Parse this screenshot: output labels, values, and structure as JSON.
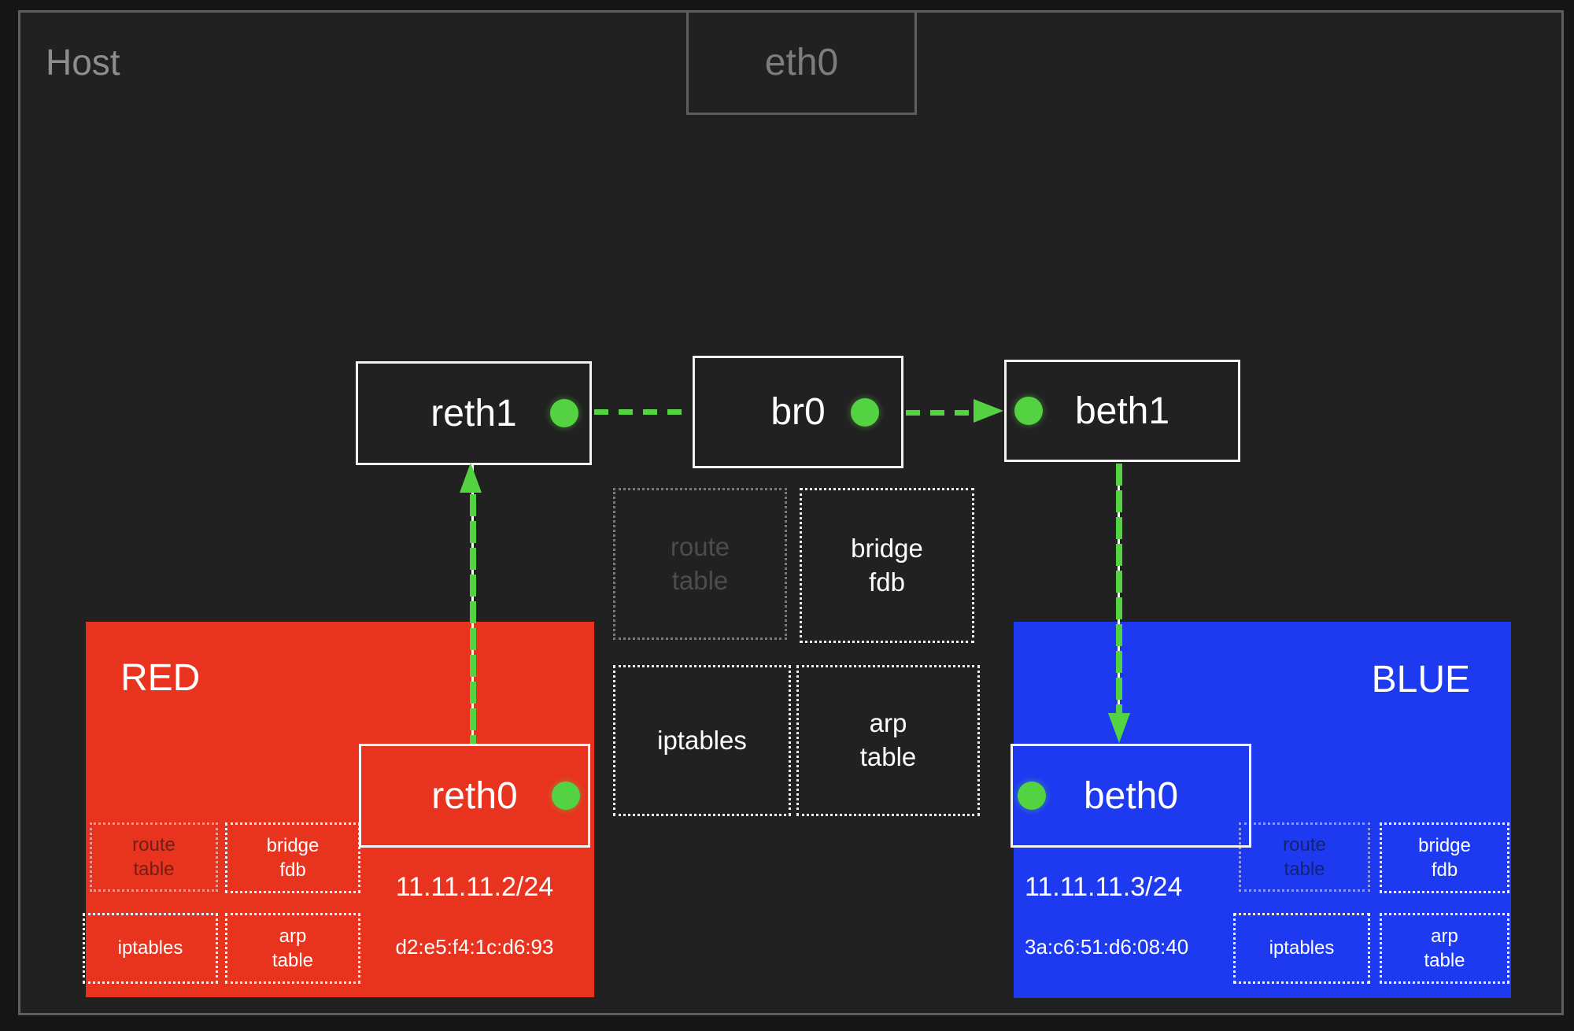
{
  "host": {
    "label": "Host",
    "eth0": "eth0"
  },
  "bridge_row": {
    "reth1": "reth1",
    "br0": "br0",
    "beth1": "beth1"
  },
  "host_tables": {
    "route": "route\ntable",
    "bridge_fdb": "bridge\nfdb",
    "iptables": "iptables",
    "arp": "arp\ntable"
  },
  "red_namespace": {
    "name": "RED",
    "interface": "reth0",
    "ip": "11.11.11.2/24",
    "mac": "d2:e5:f4:1c:d6:93",
    "tables": {
      "route": "route\ntable",
      "bridge_fdb": "bridge\nfdb",
      "iptables": "iptables",
      "arp": "arp\ntable"
    }
  },
  "blue_namespace": {
    "name": "BLUE",
    "interface": "beth0",
    "ip": "11.11.11.3/24",
    "mac": "3a:c6:51:d6:08:40",
    "tables": {
      "route": "route\ntable",
      "bridge_fdb": "bridge\nfdb",
      "iptables": "iptables",
      "arp": "arp\ntable"
    }
  },
  "colors": {
    "red_bg": "#e8331e",
    "blue_bg": "#1d3af0",
    "green_accent": "#53d341",
    "frame_gray": "#5e5e5e",
    "muted_gray": "#8d8d8d"
  }
}
